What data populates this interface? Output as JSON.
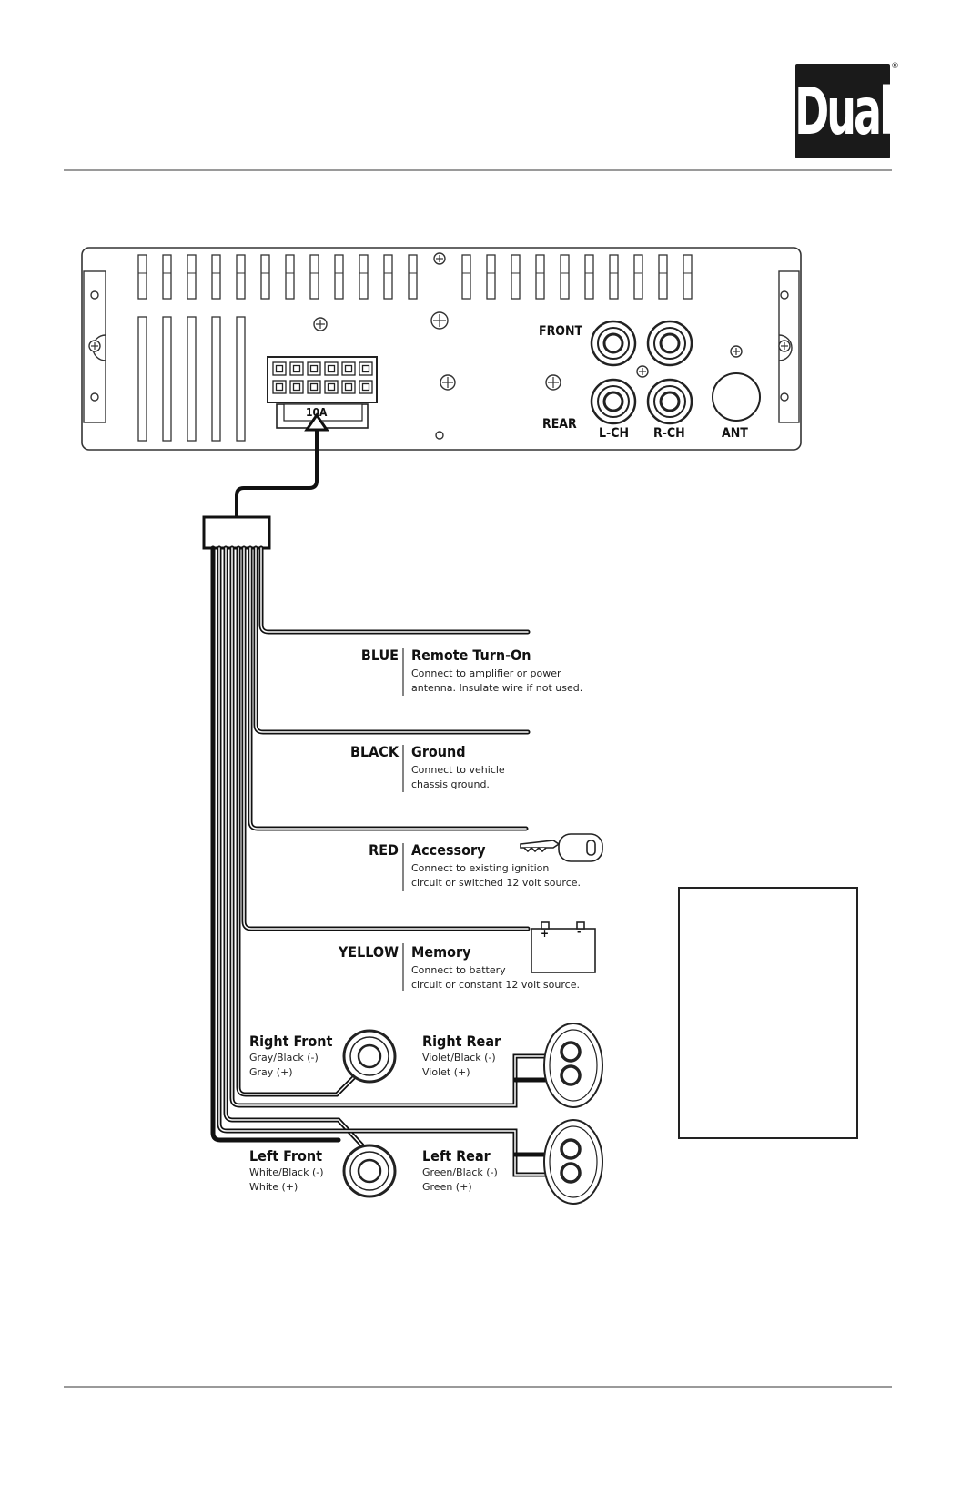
{
  "header": {
    "brand": "Dual",
    "registered_mark": "®"
  },
  "head_unit": {
    "fuse_label": "10A",
    "front_label": "FRONT",
    "rear_label": "REAR",
    "lch_label": "L-CH",
    "rch_label": "R-CH",
    "ant_label": "ANT"
  },
  "wires": [
    {
      "color_name": "BLUE",
      "function": "Remote Turn-On",
      "desc_line1": "Connect to amplifier or power",
      "desc_line2": "antenna. Insulate wire if not used."
    },
    {
      "color_name": "BLACK",
      "function": "Ground",
      "desc_line1": "Connect to vehicle",
      "desc_line2": "chassis ground."
    },
    {
      "color_name": "RED",
      "function": "Accessory",
      "desc_line1": "Connect to existing ignition",
      "desc_line2": "circuit or switched 12 volt source."
    },
    {
      "color_name": "YELLOW",
      "function": "Memory",
      "desc_line1": "Connect to battery",
      "desc_line2": "circuit or constant 12 volt source."
    }
  ],
  "battery": {
    "plus": "+",
    "minus": "-"
  },
  "speakers": [
    {
      "name": "Right Front",
      "neg": "Gray/Black (-)",
      "pos": "Gray (+)"
    },
    {
      "name": "Right Rear",
      "neg": "Violet/Black (-)",
      "pos": "Violet (+)"
    },
    {
      "name": "Left Front",
      "neg": "White/Black (-)",
      "pos": "White (+)"
    },
    {
      "name": "Left Rear",
      "neg": "Green/Black (-)",
      "pos": "Green (+)"
    }
  ]
}
